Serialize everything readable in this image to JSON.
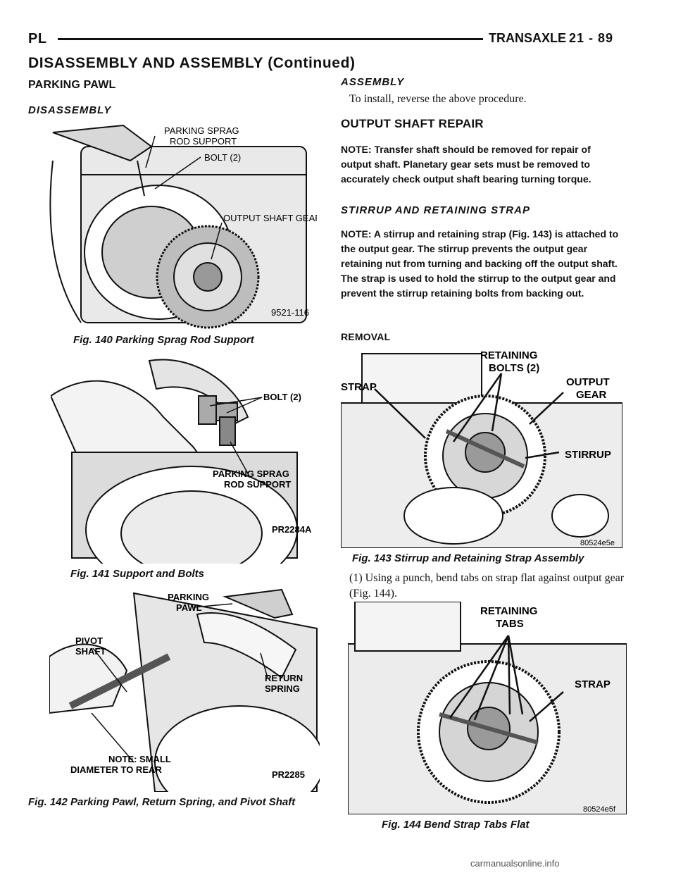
{
  "header": {
    "left": "PL",
    "title": "TRANSAXLE",
    "page": "21 - 89"
  },
  "section_title": "DISASSEMBLY AND ASSEMBLY (Continued)",
  "left": {
    "heading": "PARKING PAWL",
    "subheading": "DISASSEMBLY",
    "fig140": {
      "labels": [
        "PARKING SPRAG",
        "ROD SUPPORT",
        "BOLT (2)",
        "OUTPUT SHAFT GEAR"
      ],
      "code": "9521-116",
      "caption": "Fig. 140 Parking Sprag Rod Support"
    },
    "fig141": {
      "labels": [
        "BOLT (2)",
        "PARKING SPRAG",
        "ROD SUPPORT"
      ],
      "code": "PR2284A",
      "caption": "Fig. 141 Support and Bolts"
    },
    "fig142": {
      "labels": [
        "PARKING",
        "PAWL",
        "PIVOT",
        "SHAFT",
        "RETURN",
        "SPRING",
        "NOTE: SMALL",
        "DIAMETER TO REAR"
      ],
      "code": "PR2285",
      "caption": "Fig. 142 Parking Pawl, Return Spring, and Pivot Shaft"
    }
  },
  "right": {
    "assembly_heading": "ASSEMBLY",
    "assembly_text": "To install, reverse the above procedure.",
    "output_heading": "OUTPUT SHAFT REPAIR",
    "note1": "NOTE: Transfer shaft should be removed for repair of output shaft. Planetary gear sets must be removed to accurately check output shaft bearing turning torque.",
    "stirrup_heading": "STIRRUP AND RETAINING STRAP",
    "note2": "NOTE: A stirrup and retaining strap (Fig. 143) is attached to the output gear. The stirrup prevents the output gear retaining nut from turning and backing off the output shaft. The strap is used to hold the stirrup to the output gear and prevent the stirrup retaining bolts from backing out.",
    "removal_heading": "REMOVAL",
    "fig143": {
      "labels": [
        "RETAINING",
        "BOLTS (2)",
        "STRAP",
        "OUTPUT",
        "GEAR",
        "STIRRUP"
      ],
      "code": "80524e5e",
      "caption": "Fig. 143 Stirrup and Retaining Strap Assembly"
    },
    "step1": "(1) Using a punch, bend tabs on strap flat against output gear (Fig. 144).",
    "fig144": {
      "labels": [
        "RETAINING",
        "TABS",
        "STRAP"
      ],
      "code": "80524e5f",
      "caption": "Fig. 144 Bend Strap Tabs Flat"
    }
  },
  "watermark": "carmanualsonline.info"
}
